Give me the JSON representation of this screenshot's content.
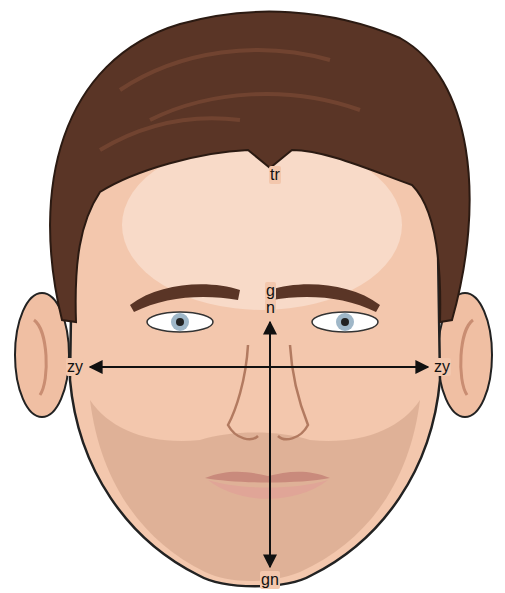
{
  "diagram": {
    "labels": [
      "tr",
      "g",
      "n",
      "zy",
      "zy",
      "gn"
    ]
  }
}
